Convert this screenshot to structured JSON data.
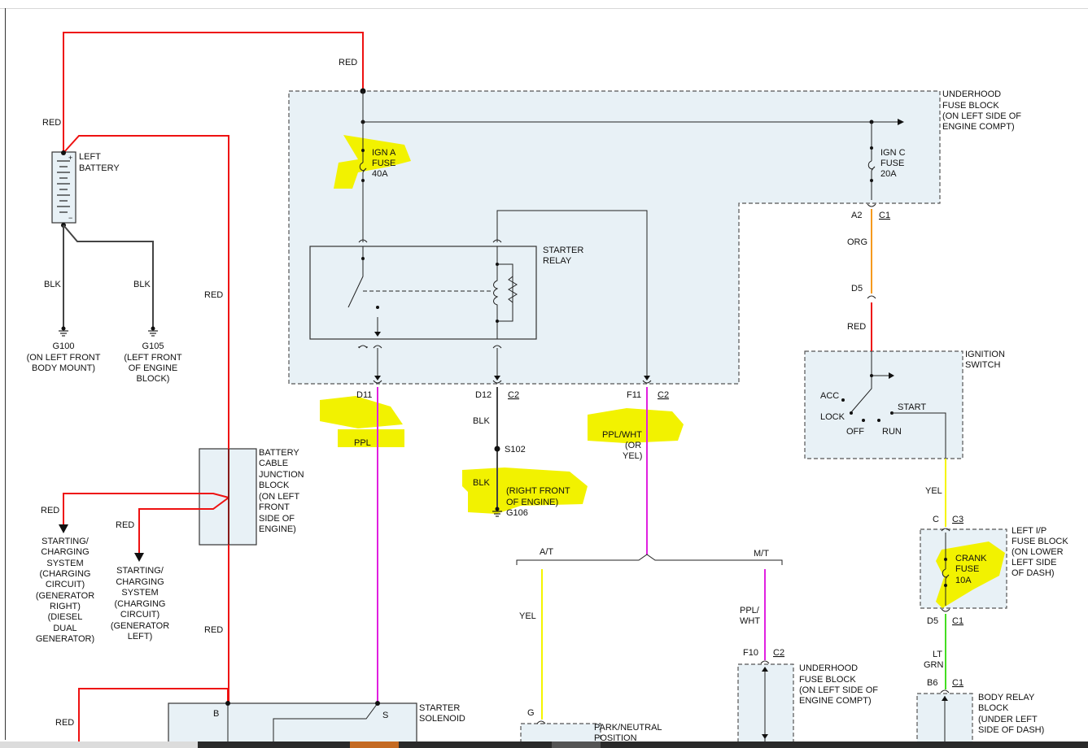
{
  "wires": {
    "red": "RED",
    "blk": "BLK",
    "ppl": "PPL",
    "ppl_wht": "PPL/WHT",
    "or_yel_1": "(OR",
    "or_yel_2": "YEL)",
    "ppl_wht_mt_1": "PPL/",
    "ppl_wht_mt_2": "WHT",
    "org": "ORG",
    "yel": "YEL",
    "lt_grn_1": "LT",
    "lt_grn_2": "GRN"
  },
  "battery": {
    "l1": "LEFT",
    "l2": "BATTERY",
    "plus": "+",
    "minus": "−"
  },
  "g100": {
    "name": "G100",
    "l1": "(ON LEFT FRONT",
    "l2": "BODY MOUNT)"
  },
  "g105": {
    "name": "G105",
    "l1": "(LEFT FRONT",
    "l2": "OF ENGINE",
    "l3": "BLOCK)"
  },
  "underhood_fuse_block": {
    "l1": "UNDERHOOD",
    "l2": "FUSE BLOCK",
    "l3": "(ON LEFT SIDE OF",
    "l4": "ENGINE COMPT)"
  },
  "ign_a_fuse": {
    "l1": "IGN A",
    "l2": "FUSE",
    "l3": "40A"
  },
  "ign_c_fuse": {
    "l1": "IGN C",
    "l2": "FUSE",
    "l3": "20A"
  },
  "starter_relay": {
    "l1": "STARTER",
    "l2": "RELAY"
  },
  "connectors": {
    "a2": "A2",
    "c1": "C1",
    "d5": "D5",
    "d11": "D11",
    "d12": "D12",
    "c2": "C2",
    "f11": "F11",
    "f10": "F10",
    "c": "C",
    "c3": "C3",
    "b6": "B6",
    "g": "G",
    "b": "B",
    "s": "S"
  },
  "ignition_switch": {
    "l1": "IGNITION",
    "l2": "SWITCH",
    "acc": "ACC",
    "lock": "LOCK",
    "off": "OFF",
    "run": "RUN",
    "start": "START"
  },
  "s102": "S102",
  "g106": {
    "name": "G106",
    "l1": "(RIGHT FRONT",
    "l2": "OF ENGINE)"
  },
  "battery_cable_junction": {
    "l1": "BATTERY",
    "l2": "CABLE",
    "l3": "JUNCTION",
    "l4": "BLOCK",
    "l5": "(ON LEFT",
    "l6": "FRONT",
    "l7": "SIDE OF",
    "l8": "ENGINE)"
  },
  "starting_charging_right": {
    "l1": "STARTING/",
    "l2": "CHARGING",
    "l3": "SYSTEM",
    "l4": "(CHARGING",
    "l5": "CIRCUIT)",
    "l6": "(GENERATOR",
    "l7": "RIGHT)",
    "l8": "(DIESEL",
    "l9": "DUAL",
    "l10": "GENERATOR)"
  },
  "starting_charging_left": {
    "l1": "STARTING/",
    "l2": "CHARGING",
    "l3": "SYSTEM",
    "l4": "(CHARGING",
    "l5": "CIRCUIT)",
    "l6": "(GENERATOR",
    "l7": "LEFT)"
  },
  "transmission": {
    "at": "A/T",
    "mt": "M/T"
  },
  "left_ip_fuse_block": {
    "l1": "LEFT I/P",
    "l2": "FUSE BLOCK",
    "l3": "(ON LOWER",
    "l4": "LEFT SIDE",
    "l5": "OF DASH)"
  },
  "crank_fuse": {
    "l1": "CRANK",
    "l2": "FUSE",
    "l3": "10A"
  },
  "underhood_fuse_block_2": {
    "l1": "UNDERHOOD",
    "l2": "FUSE BLOCK",
    "l3": "(ON LEFT SIDE OF",
    "l4": "ENGINE COMPT)"
  },
  "body_relay_block": {
    "l1": "BODY RELAY",
    "l2": "BLOCK",
    "l3": "(UNDER LEFT",
    "l4": "SIDE OF DASH)"
  },
  "starter_solenoid": {
    "l1": "STARTER",
    "l2": "SOLENOID"
  },
  "park_neutral": {
    "l1": "PARK/NEUTRAL",
    "l2": "POSITION"
  },
  "colors": {
    "red_wire": "#ee1111",
    "black_wire": "#444444",
    "purple_wire": "#e020e0",
    "yellow_wire": "#f5f500",
    "orange_wire": "#f59a1e",
    "green_wire": "#44dd22",
    "box_fill": "#e8f1f6",
    "highlight": "#f2f200"
  }
}
